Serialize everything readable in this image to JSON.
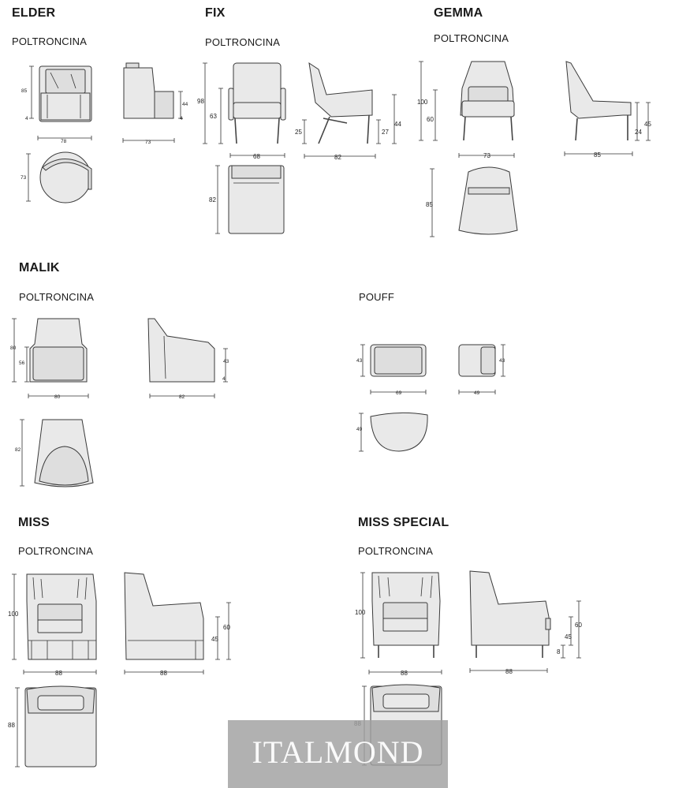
{
  "products": [
    {
      "title": "ELDER",
      "subtitle": "POLTRONCINA",
      "dims": {
        "height": "85",
        "seat": "44",
        "foot": "4",
        "foot_side": "4",
        "width": "78",
        "side_depth": "73",
        "top_depth": "73"
      }
    },
    {
      "title": "FIX",
      "subtitle": "POLTRONCINA",
      "dims": {
        "height": "98",
        "arm": "63",
        "seat_front": "25",
        "seat": "27",
        "side_height": "44",
        "width": "68",
        "depth": "82",
        "top_depth": "82"
      }
    },
    {
      "title": "GEMMA",
      "subtitle": "POLTRONCINA",
      "dims": {
        "height": "100",
        "arm": "60",
        "side_height": "45",
        "seat": "24",
        "width": "73",
        "depth": "85",
        "top_depth": "85"
      }
    },
    {
      "title": "MALIK",
      "subtitle": "POLTRONCINA",
      "dims": {
        "height": "80",
        "arm": "56",
        "side_height": "43",
        "foot": "4",
        "width": "80",
        "depth": "82",
        "top_depth": "82"
      }
    },
    {
      "title": "",
      "subtitle": "POUFF",
      "dims": {
        "front_height": "43",
        "front_width": "69",
        "side_height": "43",
        "side_width": "49",
        "top_depth": "49"
      }
    },
    {
      "title": "MISS",
      "subtitle": "POLTRONCINA",
      "dims": {
        "height": "100",
        "arm": "60",
        "seat": "45",
        "width": "88",
        "depth": "88",
        "top_depth": "88"
      }
    },
    {
      "title": "MISS SPECIAL",
      "subtitle": "POLTRONCINA",
      "dims": {
        "height": "100",
        "arm": "60",
        "seat": "45",
        "leg": "8",
        "width": "88",
        "depth": "88",
        "top_depth": "88"
      }
    }
  ],
  "watermark": "ITALMOND"
}
